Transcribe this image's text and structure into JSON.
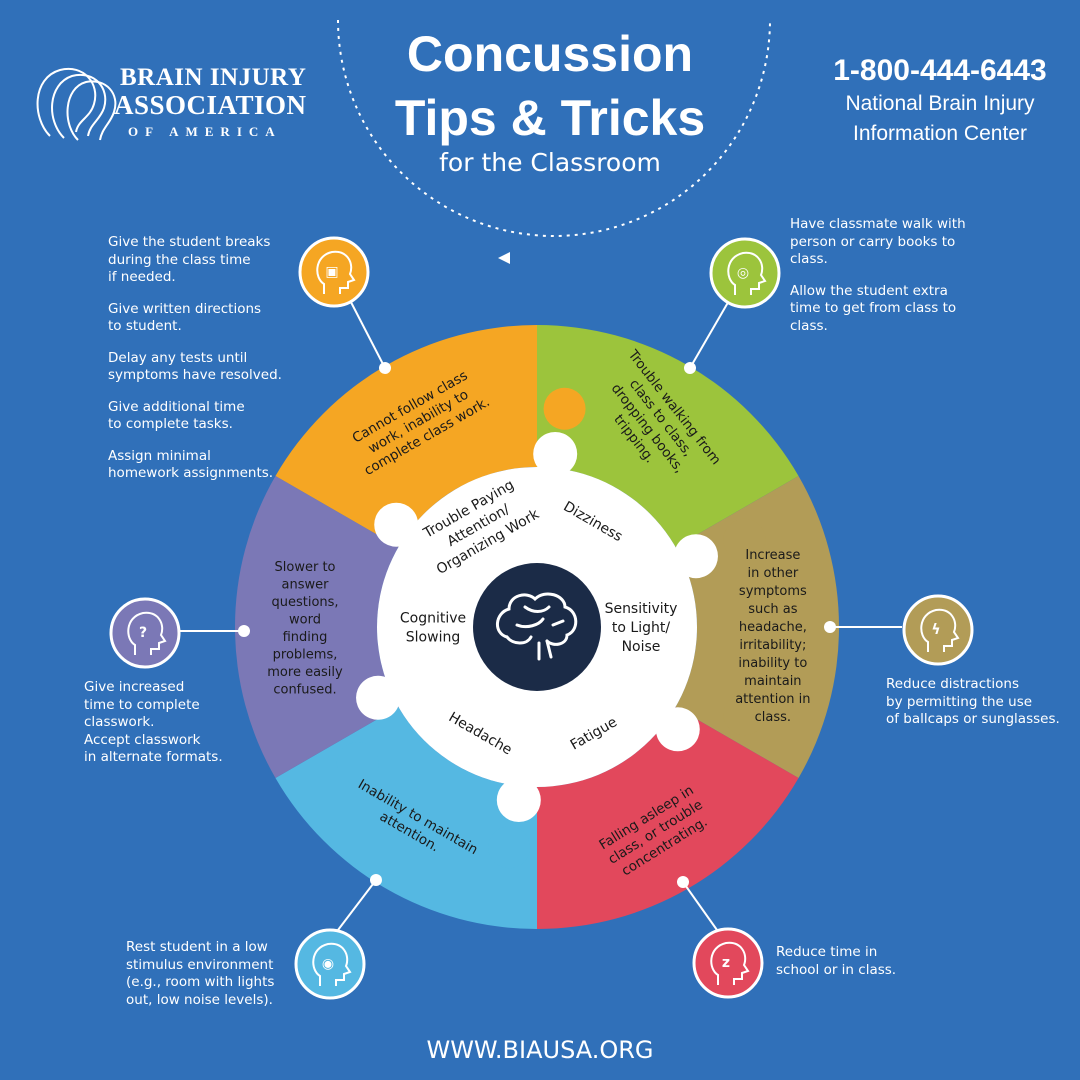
{
  "header": {
    "title_line1": "Concussion",
    "title_line2": "Tips & Tricks",
    "subtitle": "for the Classroom"
  },
  "logo": {
    "line1": "BRAIN INJURY",
    "line2": "ASSOCIATION",
    "line3": "OF AMERICA"
  },
  "contact": {
    "phone": "1-800-444-6443",
    "center_line1": "National Brain Injury",
    "center_line2": "Information Center"
  },
  "footer": {
    "url": "WWW.BIAUSA.ORG"
  },
  "colors": {
    "background": "#3070b9",
    "orange": "#f5a623",
    "green": "#9cc43c",
    "khaki": "#b29c57",
    "red": "#e2485c",
    "cyan": "#55b8e2",
    "purple": "#7b78b6",
    "center": "#1b2b47"
  },
  "center_icon": "brain-icon",
  "puzzle": {
    "pieces": [
      {
        "key": "orange",
        "color": "#f5a623",
        "symptom": [
          "Cannot follow class",
          "work, inability to",
          "complete class work."
        ],
        "inner_label": [
          "Trouble Paying",
          "Attention/",
          "Organizing Work"
        ],
        "icon": "head-puzzle-icon"
      },
      {
        "key": "green",
        "color": "#9cc43c",
        "symptom": [
          "Trouble walking from",
          "class to class,",
          "dropping books,",
          "tripping."
        ],
        "inner_label": [
          "Dizziness"
        ],
        "icon": "dizzy-head-icon"
      },
      {
        "key": "khaki",
        "color": "#b29c57",
        "symptom": [
          "Increase",
          "in other",
          "symptoms",
          "such as",
          "headache,",
          "irritability;",
          "inability to",
          "maintain",
          "attention in",
          "class."
        ],
        "inner_label": [
          "Sensitivity",
          "to Light/",
          "Noise"
        ],
        "icon": "lightning-head-icon"
      },
      {
        "key": "red",
        "color": "#e2485c",
        "symptom": [
          "Falling asleep in",
          "class, or trouble",
          "concentrating."
        ],
        "inner_label": [
          "Fatigue"
        ],
        "icon": "sleepy-head-icon"
      },
      {
        "key": "cyan",
        "color": "#55b8e2",
        "symptom": [
          "Inability to maintain",
          "attention."
        ],
        "inner_label": [
          "Headache"
        ],
        "icon": "sound-head-icon"
      },
      {
        "key": "purple",
        "color": "#7b78b6",
        "symptom": [
          "Slower to",
          "answer",
          "questions,",
          "word",
          "finding",
          "problems,",
          "more easily",
          "confused."
        ],
        "inner_label": [
          "Cognitive",
          "Slowing"
        ],
        "icon": "question-head-icon"
      }
    ]
  },
  "tips": {
    "orange": [
      "Give the student breaks\nduring the class time\nif needed.",
      "Give written directions\nto student.",
      "Delay any tests until\nsymptoms have resolved.",
      "Give additional time\nto complete tasks.",
      "Assign minimal\nhomework assignments."
    ],
    "green": [
      "Have classmate walk with\nperson or carry books to\nclass.",
      "Allow the student extra\ntime to get from class to\nclass."
    ],
    "khaki": [
      "Reduce distractions\nby permitting the use\nof ballcaps or sunglasses."
    ],
    "red": [
      "Reduce time in\nschool or in class."
    ],
    "cyan": [
      "Rest student in a low\nstimulus environment\n(e.g., room with lights\nout, low noise levels)."
    ],
    "purple": [
      "Give increased\ntime to complete\nclasswork.\nAccept classwork\nin alternate formats."
    ]
  }
}
